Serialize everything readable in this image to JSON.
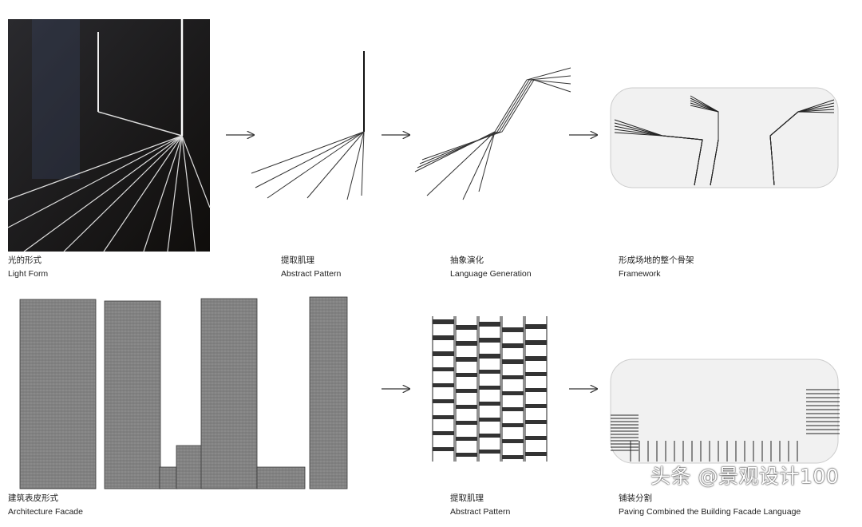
{
  "top_row": [
    {
      "zh": "光的形式",
      "en": "Light Form"
    },
    {
      "zh": "提取肌理",
      "en": "Abstract Pattern"
    },
    {
      "zh": "抽象演化",
      "en": "Language Generation"
    },
    {
      "zh": "形成场地的整个骨架",
      "en": "Framework"
    }
  ],
  "bottom_row": [
    {
      "zh": "建筑表皮形式",
      "en": "Architecture Facade"
    },
    {
      "zh": "提取肌理",
      "en": "Abstract Pattern"
    },
    {
      "zh": "铺装分割",
      "en": "Paving Combined the Building Facade Language"
    }
  ],
  "watermark": "头条 @景观设计100",
  "arrow_icon": "right-arrow",
  "colors": {
    "photo_bg": "#1c1a18",
    "line": "#222222",
    "plan_bg": "#efefef"
  }
}
